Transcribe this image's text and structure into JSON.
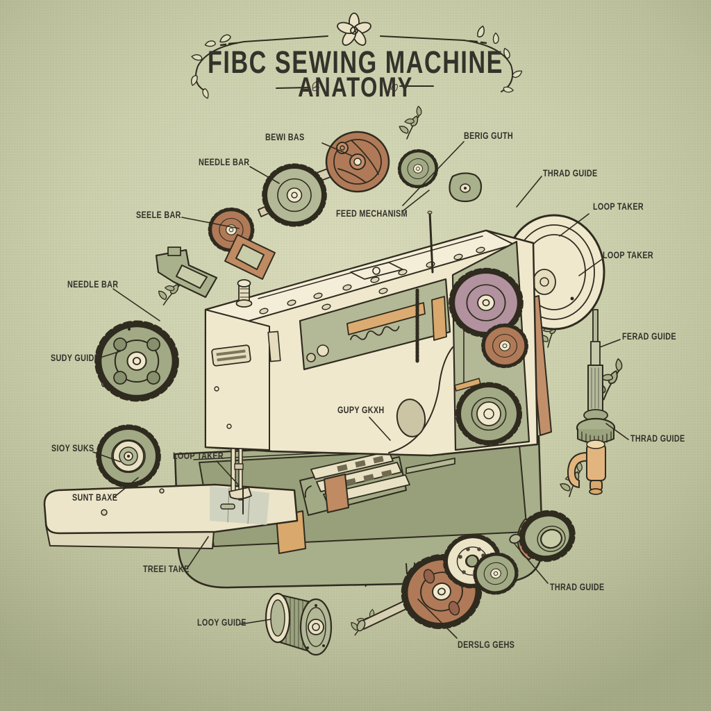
{
  "title": {
    "line1": "FIBC SEWING MACHINE",
    "line2": "ANATOMY"
  },
  "labels": [
    {
      "text": "BEWI BAS"
    },
    {
      "text": "NEEDLE BAR"
    },
    {
      "text": "BERIG GUTH"
    },
    {
      "text": "SEELE BAR"
    },
    {
      "text": "FEED MECHANISM"
    },
    {
      "text": "THRAD GUIDE"
    },
    {
      "text": "LOOP TAKER"
    },
    {
      "text": "LOOP TAKER"
    },
    {
      "text": "NEEDLE BAR"
    },
    {
      "text": "SUDY GUIDE"
    },
    {
      "text": "FERAD GUIDE"
    },
    {
      "text": "GUPY GKXH"
    },
    {
      "text": "SIOY SUKS"
    },
    {
      "text": "LOOP TAKER"
    },
    {
      "text": "THRAD GUIDE"
    },
    {
      "text": "SUNT BAXE"
    },
    {
      "text": "TREEI TAKE"
    },
    {
      "text": "THRAD GUIDE"
    },
    {
      "text": "LOOY GUIDE"
    },
    {
      "text": "DERSLG GEHS"
    }
  ],
  "palette": {
    "background": "#c9cda9",
    "ink": "#2f2b1f",
    "cream": "#efe8cd",
    "olive": "#a2aa85",
    "olive_light": "#b3b896",
    "copper": "#b07a58",
    "tan": "#d9a86c",
    "mauve": "#b2929e"
  }
}
